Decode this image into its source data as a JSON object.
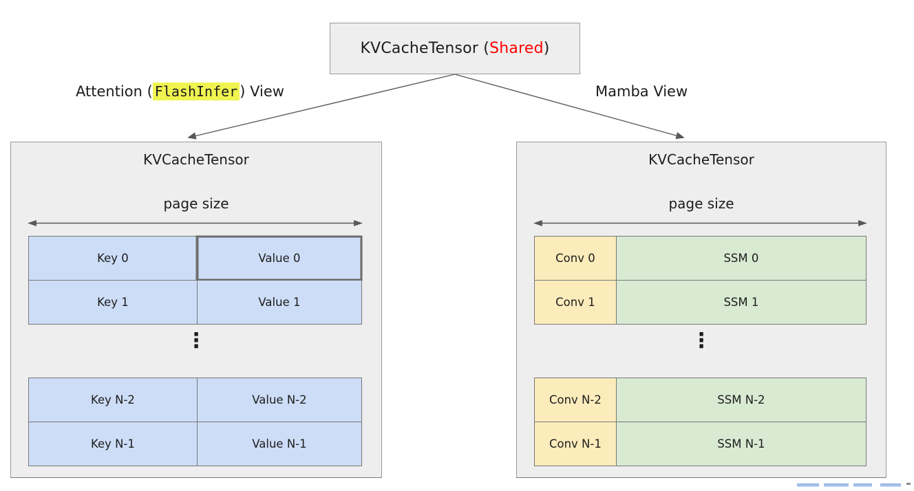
{
  "header": {
    "root_box": {
      "prefix": "KVCacheTensor (",
      "accent": "Shared",
      "suffix": ")"
    },
    "attention_view": {
      "prefix": "Attention (",
      "highlight": "FlashInfer",
      "suffix": ") View"
    },
    "mamba_view": "Mamba View"
  },
  "attention_panel": {
    "title": "KVCacheTensor",
    "page_size": "page size",
    "ellipsis": "⋮",
    "rows_top": [
      {
        "left": "Key 0",
        "right": "Value 0"
      },
      {
        "left": "Key 1",
        "right": "Value 1"
      }
    ],
    "rows_bottom": [
      {
        "left": "Key N-2",
        "right": "Value N-2"
      },
      {
        "left": "Key N-1",
        "right": "Value N-1"
      }
    ]
  },
  "mamba_panel": {
    "title": "KVCacheTensor",
    "page_size": "page size",
    "ellipsis": "⋮",
    "rows_top": [
      {
        "left": "Conv 0",
        "right": "SSM 0"
      },
      {
        "left": "Conv 1",
        "right": "SSM 1"
      }
    ],
    "rows_bottom": [
      {
        "left": "Conv N-2",
        "right": "SSM N-2"
      },
      {
        "left": "Conv N-1",
        "right": "SSM N-1"
      }
    ]
  },
  "colors": {
    "accent_red": "#ff0000",
    "highlight_yellow": "#f0f451",
    "key_value_blue": "#cdddf7",
    "conv_yellow": "#fdecbb",
    "ssm_green": "#d9ead3",
    "panel_grey": "#eeeeee",
    "border_grey": "#777777"
  }
}
